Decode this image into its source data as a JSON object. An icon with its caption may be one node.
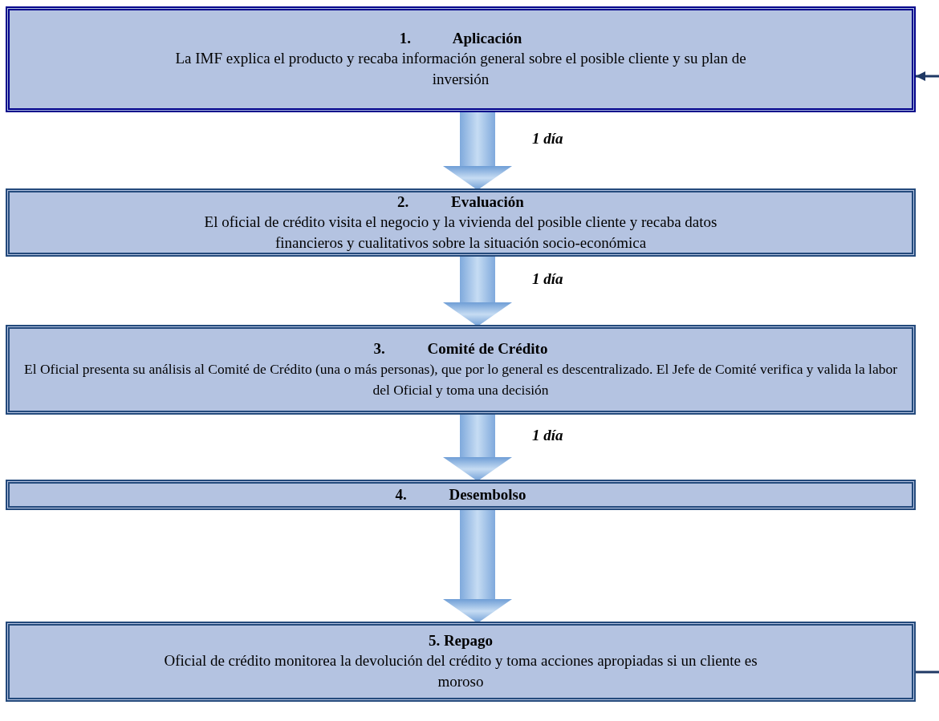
{
  "diagram": {
    "nodes": [
      {
        "text": [
          "1. Aplicación",
          "La IMF explica el producto y recaba información general sobre el posible cliente y su plan de inversión"
        ]
      },
      {
        "text": [
          "2. Evaluación",
          "El oficial de crédito visita el negocio y la vivienda del posible cliente y recaba datos financieros y cualitativos sobre la situación socio-económica"
        ]
      },
      {
        "text": [
          "3. Comité de Crédito",
          "El Oficial presenta su análisis al Comité de Crédito (una o más personas), que por lo general es descentralizado. El Jefe de Comité verifica y valida la labor del Oficial y toma una decisión"
        ]
      },
      {
        "text": [
          "4. Desembolso"
        ]
      },
      {
        "text": [
          "5. Repago",
          "Oficial de crédito monitorea la devolución del crédito y toma acciones apropiadas si un cliente es moroso"
        ]
      }
    ],
    "edges": [
      {
        "from": 0,
        "to": 1,
        "arrow": "to",
        "label": "1 día"
      },
      {
        "from": 1,
        "to": 2,
        "arrow": "to",
        "label": "1 día"
      },
      {
        "from": 2,
        "to": 3,
        "arrow": "to",
        "label": "1 día"
      },
      {
        "from": 3,
        "to": 4,
        "arrow": "to"
      },
      {
        "from": null,
        "to": 0,
        "arrow": "to",
        "color": "#1f3864"
      },
      {
        "from": 4,
        "to": null,
        "arrow": "none",
        "color": "#1f3864"
      }
    ]
  }
}
